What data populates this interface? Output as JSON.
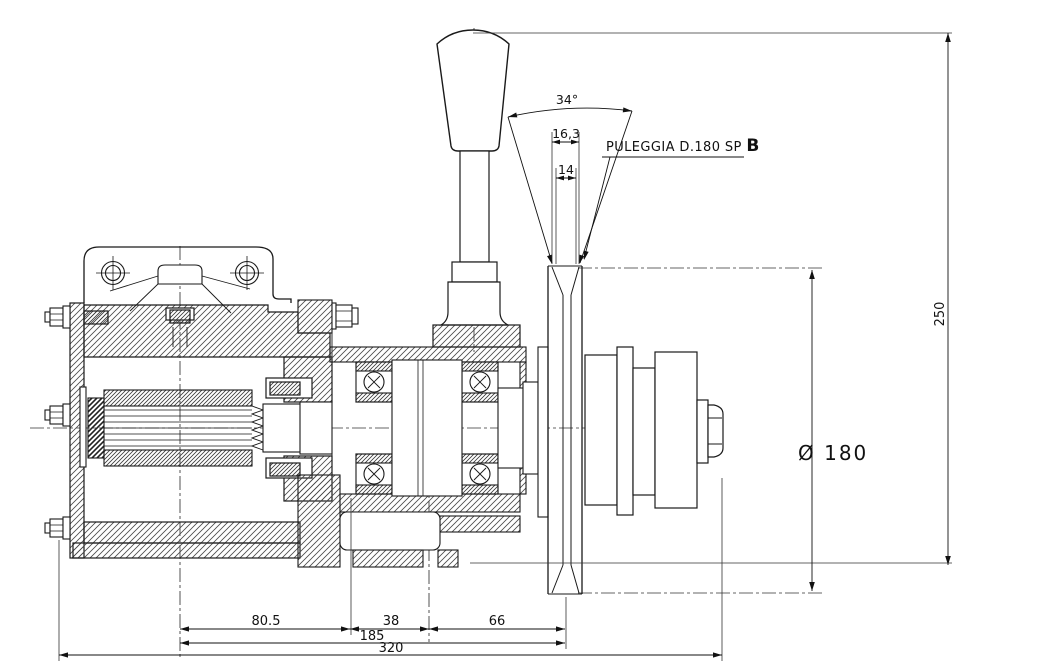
{
  "drawing": {
    "pulley_label": {
      "main": "PULEGGIA D.180 SP ",
      "bold": "B"
    },
    "dims": {
      "groove_angle": "34°",
      "groove_top_width": "16,3",
      "groove_pitch_width": "14",
      "overall_height": "250",
      "pulley_diameter": "Ø 180",
      "seg_motor": "80.5",
      "seg_housing": "38",
      "seg_pulley": "66",
      "subtotal": "185",
      "overall_length": "320"
    }
  }
}
